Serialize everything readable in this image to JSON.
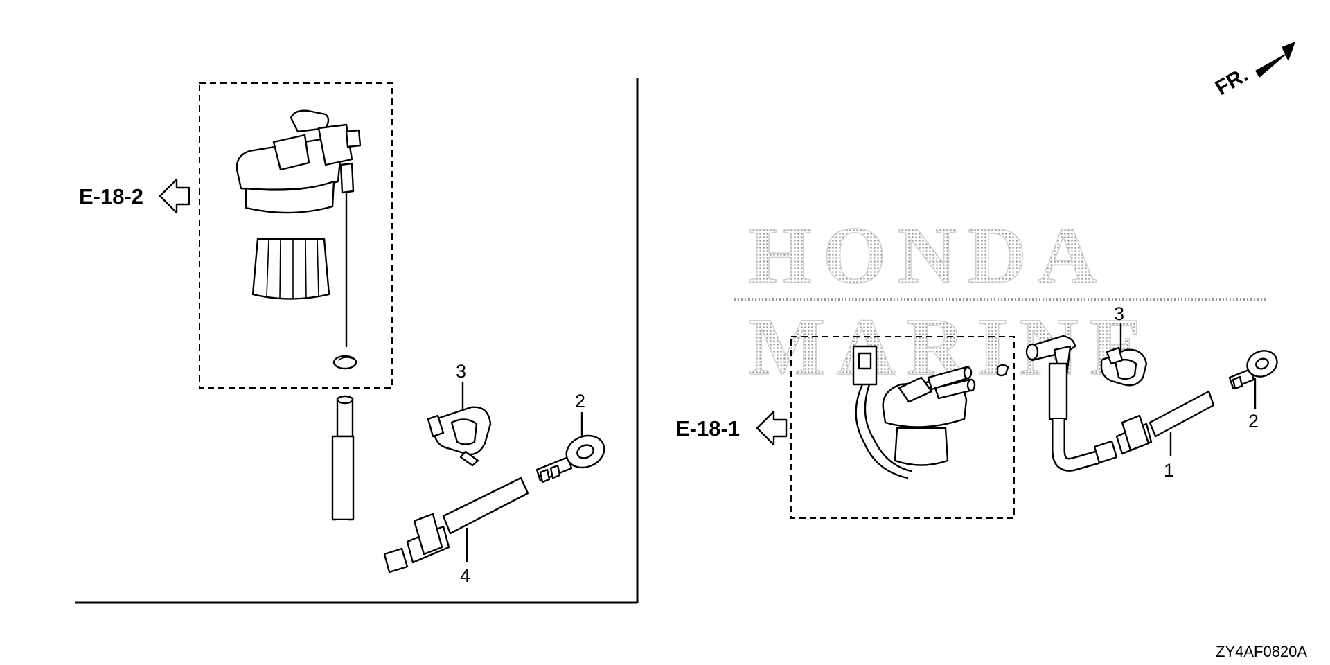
{
  "header": {
    "front_direction_label": "FR."
  },
  "references": {
    "left": "E-18-2",
    "right": "E-18-1"
  },
  "watermark": {
    "line1": "HONDA",
    "line2": "MARINE"
  },
  "left_panel": {
    "callouts": {
      "clip": "3",
      "terminal": "2",
      "harness": "4"
    }
  },
  "right_panel": {
    "callouts": {
      "clip": "3",
      "terminal": "2",
      "harness": "1"
    }
  },
  "footer": {
    "diagram_code": "ZY4AF0820A"
  }
}
